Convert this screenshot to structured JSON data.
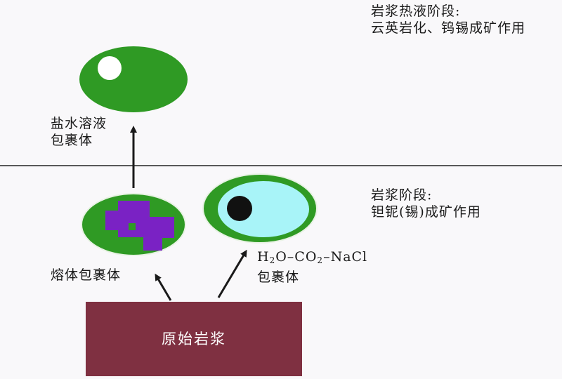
{
  "stage_magmatic_hydrothermal": {
    "line1": "岩浆热液阶段:",
    "line2": "云英岩化、钨锡成矿作用"
  },
  "stage_magmatic": {
    "line1": "岩浆阶段:",
    "line2": "钽铌(锡)成矿作用"
  },
  "brine_inclusion": {
    "line1": "盐水溶液",
    "line2": "包裹体"
  },
  "melt_inclusion": {
    "line1": "熔体包裹体"
  },
  "fluid_inclusion": {
    "formula_h": "H",
    "formula_2a": "2",
    "formula_o_co": "O–CO",
    "formula_2b": "2",
    "formula_nacl": "–NaCl",
    "line2": "包裹体"
  },
  "primary_magma": {
    "label": "原始岩浆"
  },
  "colors": {
    "green": "#2f9a24",
    "purple": "#7a22c4",
    "cyan": "#a8f4f8",
    "magma": "#7f3041",
    "arrow": "#1a1a1a"
  }
}
